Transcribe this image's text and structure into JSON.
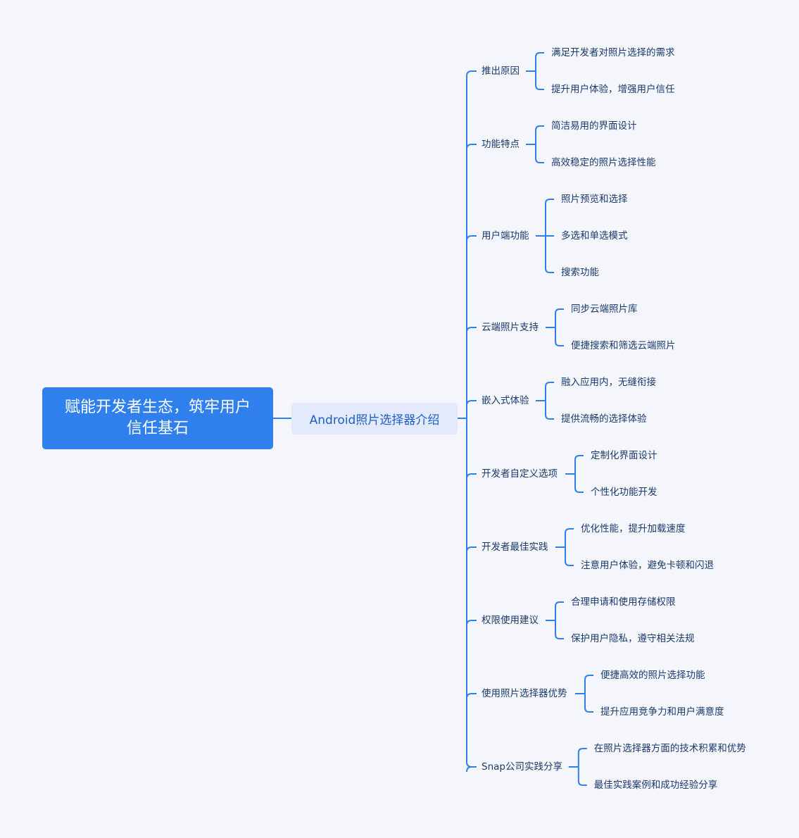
{
  "root": {
    "label": "赋能开发者生态，筑牢用户信任基石"
  },
  "center": {
    "label": "Android照片选择器介绍"
  },
  "line_color": "#2f80ed",
  "branches": [
    {
      "label": "推出原因",
      "children": [
        "满足开发者对照片选择的需求",
        "提升用户体验，增强用户信任"
      ]
    },
    {
      "label": "功能特点",
      "children": [
        "简洁易用的界面设计",
        "高效稳定的照片选择性能"
      ]
    },
    {
      "label": "用户端功能",
      "children": [
        "照片预览和选择",
        "多选和单选模式",
        "搜索功能"
      ]
    },
    {
      "label": "云端照片支持",
      "children": [
        "同步云端照片库",
        "便捷搜索和筛选云端照片"
      ]
    },
    {
      "label": "嵌入式体验",
      "children": [
        "融入应用内，无缝衔接",
        "提供流畅的选择体验"
      ]
    },
    {
      "label": "开发者自定义选项",
      "children": [
        "定制化界面设计",
        "个性化功能开发"
      ]
    },
    {
      "label": "开发者最佳实践",
      "children": [
        "优化性能，提升加载速度",
        "注意用户体验，避免卡顿和闪退"
      ]
    },
    {
      "label": "权限使用建议",
      "children": [
        "合理申请和使用存储权限",
        "保护用户隐私，遵守相关法规"
      ]
    },
    {
      "label": "使用照片选择器优势",
      "children": [
        "便捷高效的照片选择功能",
        "提升应用竞争力和用户满意度"
      ]
    },
    {
      "label": "Snap公司实践分享",
      "children": [
        "在照片选择器方面的技术积累和优势",
        "最佳实践案例和成功经验分享"
      ]
    }
  ]
}
